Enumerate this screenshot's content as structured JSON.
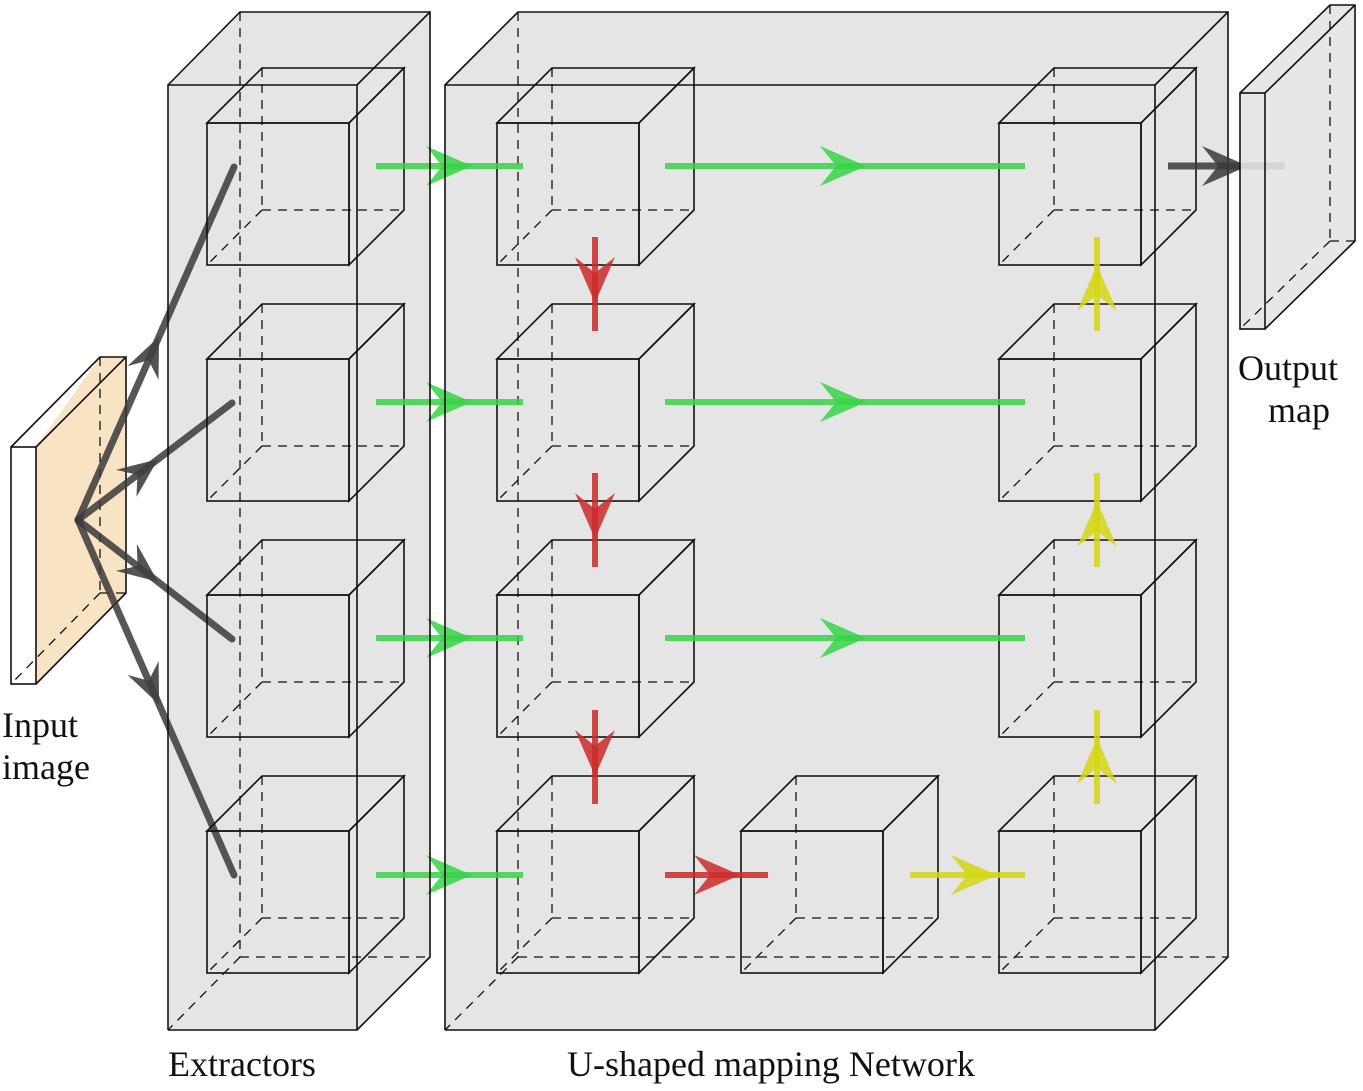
{
  "labels": {
    "input_line1": "Input",
    "input_line2": "image",
    "output_line1": "Output",
    "output_line2": "map",
    "extractors": "Extractors",
    "mapping_network": "U-shaped mapping Network"
  },
  "colors": {
    "input_face": "#fdf0d8",
    "input_side": "#f7e1bb",
    "container": "#e0e0e0",
    "extractor_cube": "#8fb0d4",
    "mapping_cube": "#e5c386",
    "skip_arrow": "#37d447",
    "down_arrow": "#cc2a2a",
    "up_arrow": "#d6d615",
    "input_arrow": "#404040",
    "output_panel": "#e4e4e4"
  },
  "structure": {
    "extractor_levels": 4,
    "mapping_columns": [
      "encoder",
      "bottleneck",
      "decoder"
    ],
    "flows": [
      "input-to-extractors",
      "extractors-to-encoder",
      "encoder-skip-to-decoder",
      "encoder-downsample",
      "bottleneck",
      "decoder-upsample",
      "decoder-to-output"
    ]
  }
}
